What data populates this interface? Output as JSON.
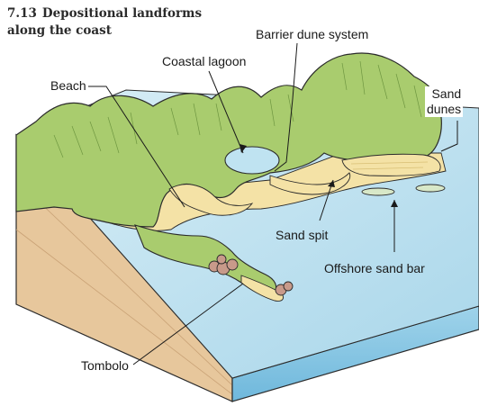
{
  "figure": {
    "number": "7.13",
    "title_line1": "Depositional landforms",
    "title_line2": "along the coast"
  },
  "labels": {
    "beach": "Beach",
    "coastal_lagoon": "Coastal lagoon",
    "barrier_dune_system": "Barrier dune system",
    "sand_dunes_line1": "Sand",
    "sand_dunes_line2": "dunes",
    "sand_spit": "Sand spit",
    "offshore_sand_bar": "Offshore sand bar",
    "tombolo": "Tombolo"
  },
  "colors": {
    "land_green": "#a9cc6e",
    "land_dark": "#7fa94a",
    "sand": "#f4e2a6",
    "water": "#c7e6f2",
    "water_deep": "#9fd2e8",
    "block_side": "#e8c9a0",
    "block_front": "#8fcbe6",
    "rock": "#c89a8a",
    "outline": "#2b2b2b"
  }
}
